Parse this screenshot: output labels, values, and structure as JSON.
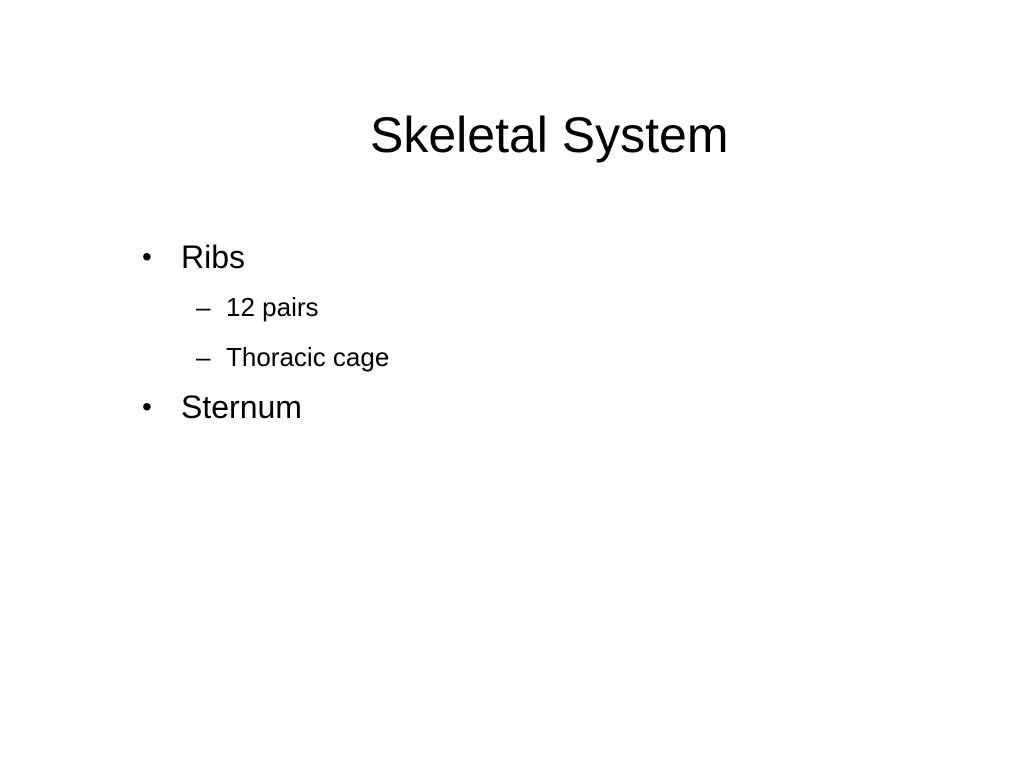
{
  "slide": {
    "title": "Skeletal System",
    "bullets": [
      {
        "marker": "•",
        "text": "Ribs",
        "sub": [
          {
            "marker": "–",
            "text": "12 pairs"
          },
          {
            "marker": "–",
            "text": "Thoracic cage"
          }
        ]
      },
      {
        "marker": "•",
        "text": "Sternum"
      }
    ]
  }
}
